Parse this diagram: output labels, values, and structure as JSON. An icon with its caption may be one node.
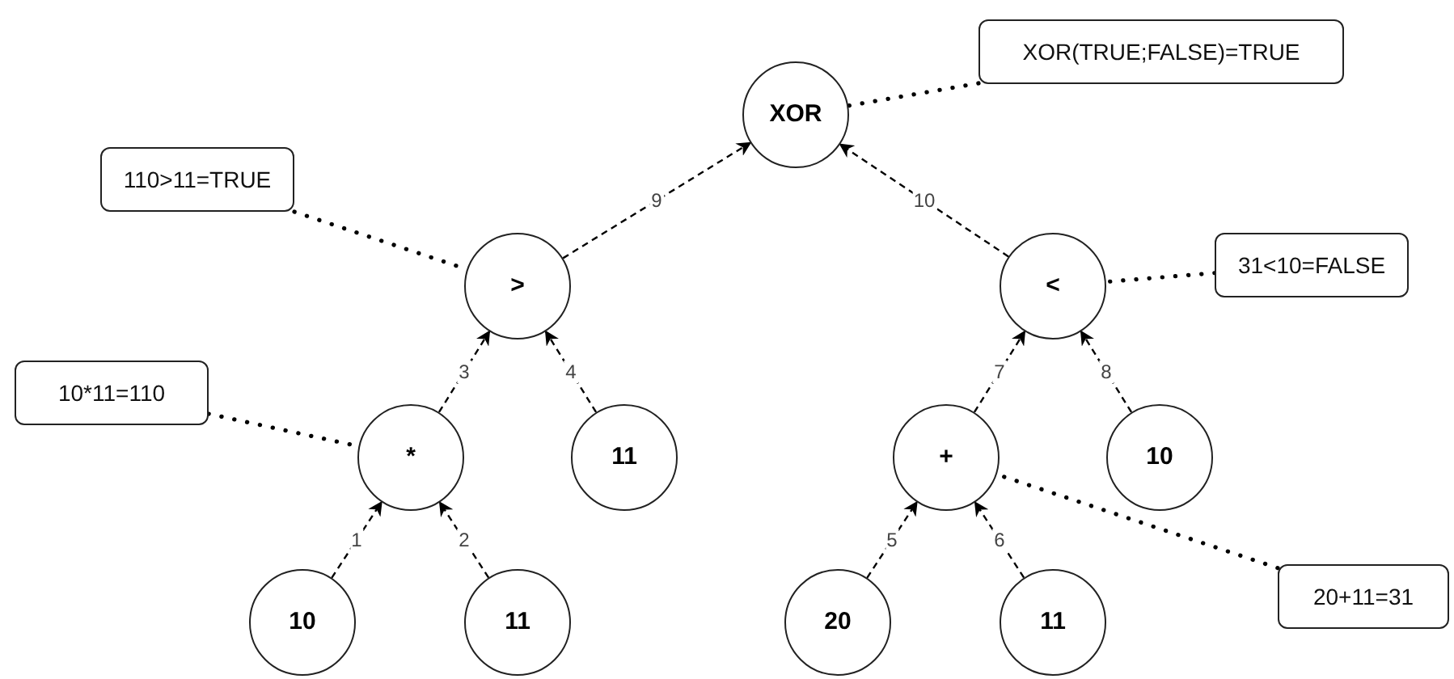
{
  "diagram": {
    "nodes": [
      {
        "text": [
          "XOR(TRUE;FALSE)=TRUE"
        ]
      },
      {
        "text": [
          "XOR"
        ]
      },
      {
        "text": [
          "110>11=TRUE"
        ]
      },
      {
        "text": [
          ">"
        ]
      },
      {
        "text": [
          "<"
        ]
      },
      {
        "text": [
          "31<10=FALSE"
        ]
      },
      {
        "text": [
          "10*11=110"
        ]
      },
      {
        "text": [
          "*"
        ]
      },
      {
        "text": [
          "11"
        ]
      },
      {
        "text": [
          "+"
        ]
      },
      {
        "text": [
          "10"
        ]
      },
      {
        "text": [
          "10"
        ]
      },
      {
        "text": [
          "11"
        ]
      },
      {
        "text": [
          "20"
        ]
      },
      {
        "text": [
          "11"
        ]
      },
      {
        "text": [
          "20+11=31"
        ]
      }
    ],
    "edges": [
      {
        "from": 11,
        "to": 7,
        "arrow": "to",
        "label": "1",
        "style": "dashed"
      },
      {
        "from": 12,
        "to": 7,
        "arrow": "to",
        "label": "2",
        "style": "dashed"
      },
      {
        "from": 7,
        "to": 3,
        "arrow": "to",
        "label": "3",
        "style": "dashed"
      },
      {
        "from": 8,
        "to": 3,
        "arrow": "to",
        "label": "4",
        "style": "dashed"
      },
      {
        "from": 13,
        "to": 9,
        "arrow": "to",
        "label": "5",
        "style": "dashed"
      },
      {
        "from": 14,
        "to": 9,
        "arrow": "to",
        "label": "6",
        "style": "dashed"
      },
      {
        "from": 9,
        "to": 4,
        "arrow": "to",
        "label": "7",
        "style": "dashed"
      },
      {
        "from": 10,
        "to": 4,
        "arrow": "to",
        "label": "8",
        "style": "dashed"
      },
      {
        "from": 3,
        "to": 1,
        "arrow": "to",
        "label": "9",
        "style": "dashed"
      },
      {
        "from": 4,
        "to": 1,
        "arrow": "to",
        "label": "10",
        "style": "dashed"
      },
      {
        "from": 0,
        "to": 1,
        "arrow": "none"
      },
      {
        "from": 2,
        "to": 3,
        "arrow": "none"
      },
      {
        "from": 5,
        "to": 4,
        "arrow": "none"
      },
      {
        "from": 6,
        "to": 7,
        "arrow": "none"
      },
      {
        "from": 15,
        "to": 9,
        "arrow": "none"
      }
    ]
  }
}
